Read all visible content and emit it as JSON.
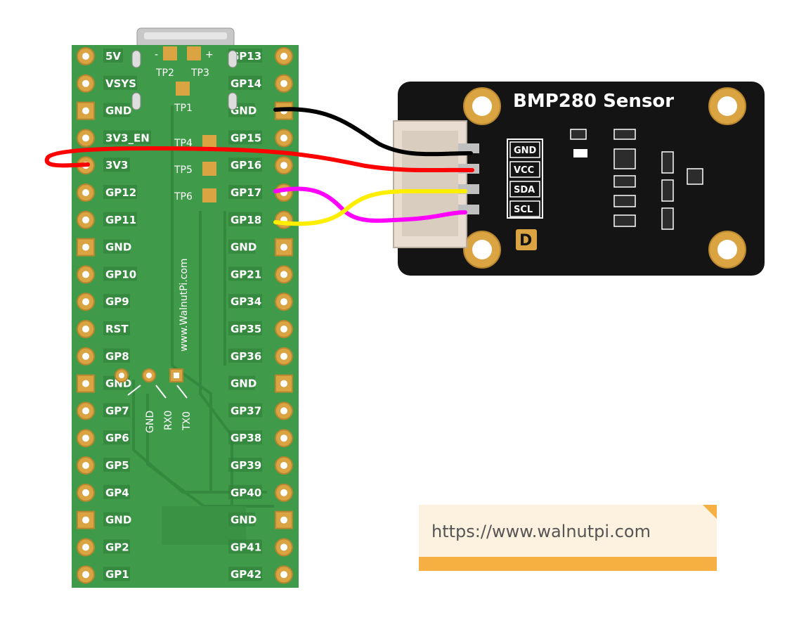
{
  "board": {
    "left_pins": [
      "5V",
      "VSYS",
      "GND",
      "3V3_EN",
      "3V3",
      "GP12",
      "GP11",
      "GND",
      "GP10",
      "GP9",
      "RST",
      "GP8",
      "GND",
      "GP7",
      "GP6",
      "GP5",
      "GP4",
      "GND",
      "GP2",
      "GP1"
    ],
    "right_pins": [
      "GP13",
      "GP14",
      "GND",
      "GP15",
      "GP16",
      "GP17",
      "GP18",
      "GND",
      "GP21",
      "GP34",
      "GP35",
      "GP36",
      "GND",
      "GP37",
      "GP38",
      "GP39",
      "GP40",
      "GND",
      "GP41",
      "GP42"
    ],
    "test_points": [
      "-",
      "+",
      "TP2",
      "TP3",
      "TP1",
      "TP4",
      "TP5",
      "TP6"
    ],
    "debug_pins": [
      "GND",
      "RX0",
      "TX0"
    ],
    "website": "www.WalnutPi.com",
    "color": "#3f9a4a"
  },
  "sensor": {
    "title": "BMP280 Sensor",
    "pins": [
      "GND",
      "VCC",
      "SDA",
      "SCL"
    ],
    "color": "#141414"
  },
  "wires": [
    {
      "from": "GND",
      "to": "GND",
      "color": "#000000"
    },
    {
      "from": "3V3",
      "to": "VCC",
      "color": "#ff0000"
    },
    {
      "from": "GP17",
      "to": "SCL",
      "color": "#ff00ff"
    },
    {
      "from": "GP18",
      "to": "SDA",
      "color": "#ffee00"
    }
  ],
  "note": {
    "url": "https://www.walnutpi.com"
  }
}
